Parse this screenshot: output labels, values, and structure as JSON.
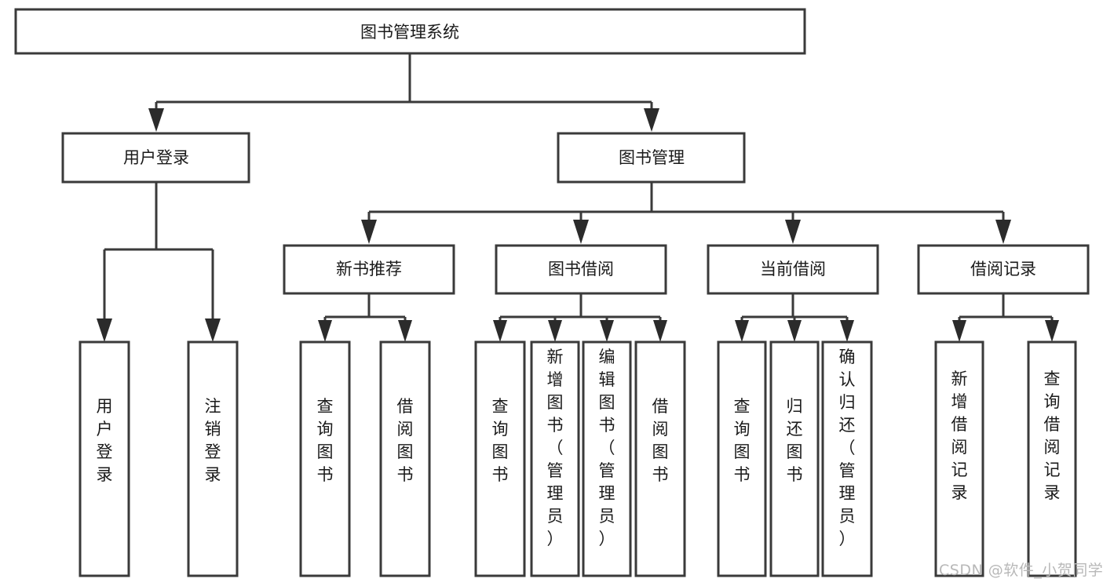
{
  "diagram": {
    "title_node": {
      "label": "图书管理系统"
    },
    "level2": [
      {
        "id": "user-login",
        "label": "用户登录"
      },
      {
        "id": "book-management",
        "label": "图书管理"
      }
    ],
    "level3": [
      {
        "id": "new-book-recommend",
        "label": "新书推荐"
      },
      {
        "id": "book-borrow",
        "label": "图书借阅"
      },
      {
        "id": "current-borrow",
        "label": "当前借阅"
      },
      {
        "id": "borrow-record",
        "label": "借阅记录"
      }
    ],
    "leaves": {
      "user-login": [
        {
          "id": "leaf-user-login",
          "label": "用户登录"
        },
        {
          "id": "leaf-logout-login",
          "label": "注销登录"
        }
      ],
      "new-book-recommend": [
        {
          "id": "leaf-query-book-1",
          "label": "查询图书"
        },
        {
          "id": "leaf-borrow-book-1",
          "label": "借阅图书"
        }
      ],
      "book-borrow": [
        {
          "id": "leaf-query-book-2",
          "label": "查询图书"
        },
        {
          "id": "leaf-add-book",
          "label": "新增图书（管理员）"
        },
        {
          "id": "leaf-edit-book",
          "label": "编辑图书（管理员）"
        },
        {
          "id": "leaf-borrow-book-2",
          "label": "借阅图书"
        }
      ],
      "current-borrow": [
        {
          "id": "leaf-query-book-3",
          "label": "查询图书"
        },
        {
          "id": "leaf-return-book",
          "label": "归还图书"
        },
        {
          "id": "leaf-confirm-return",
          "label": "确认归还（管理员）"
        }
      ],
      "borrow-record": [
        {
          "id": "leaf-add-record",
          "label": "新增借阅记录"
        },
        {
          "id": "leaf-query-record",
          "label": "查询借阅记录"
        }
      ]
    }
  },
  "watermark": {
    "text": "CSDN @软件_小贺同学"
  },
  "colors": {
    "box_stroke": "#3a3a3a",
    "line": "#3a3a3a",
    "text": "#1a1a1a",
    "background": "#ffffff",
    "watermark": "#b8b8b8"
  }
}
